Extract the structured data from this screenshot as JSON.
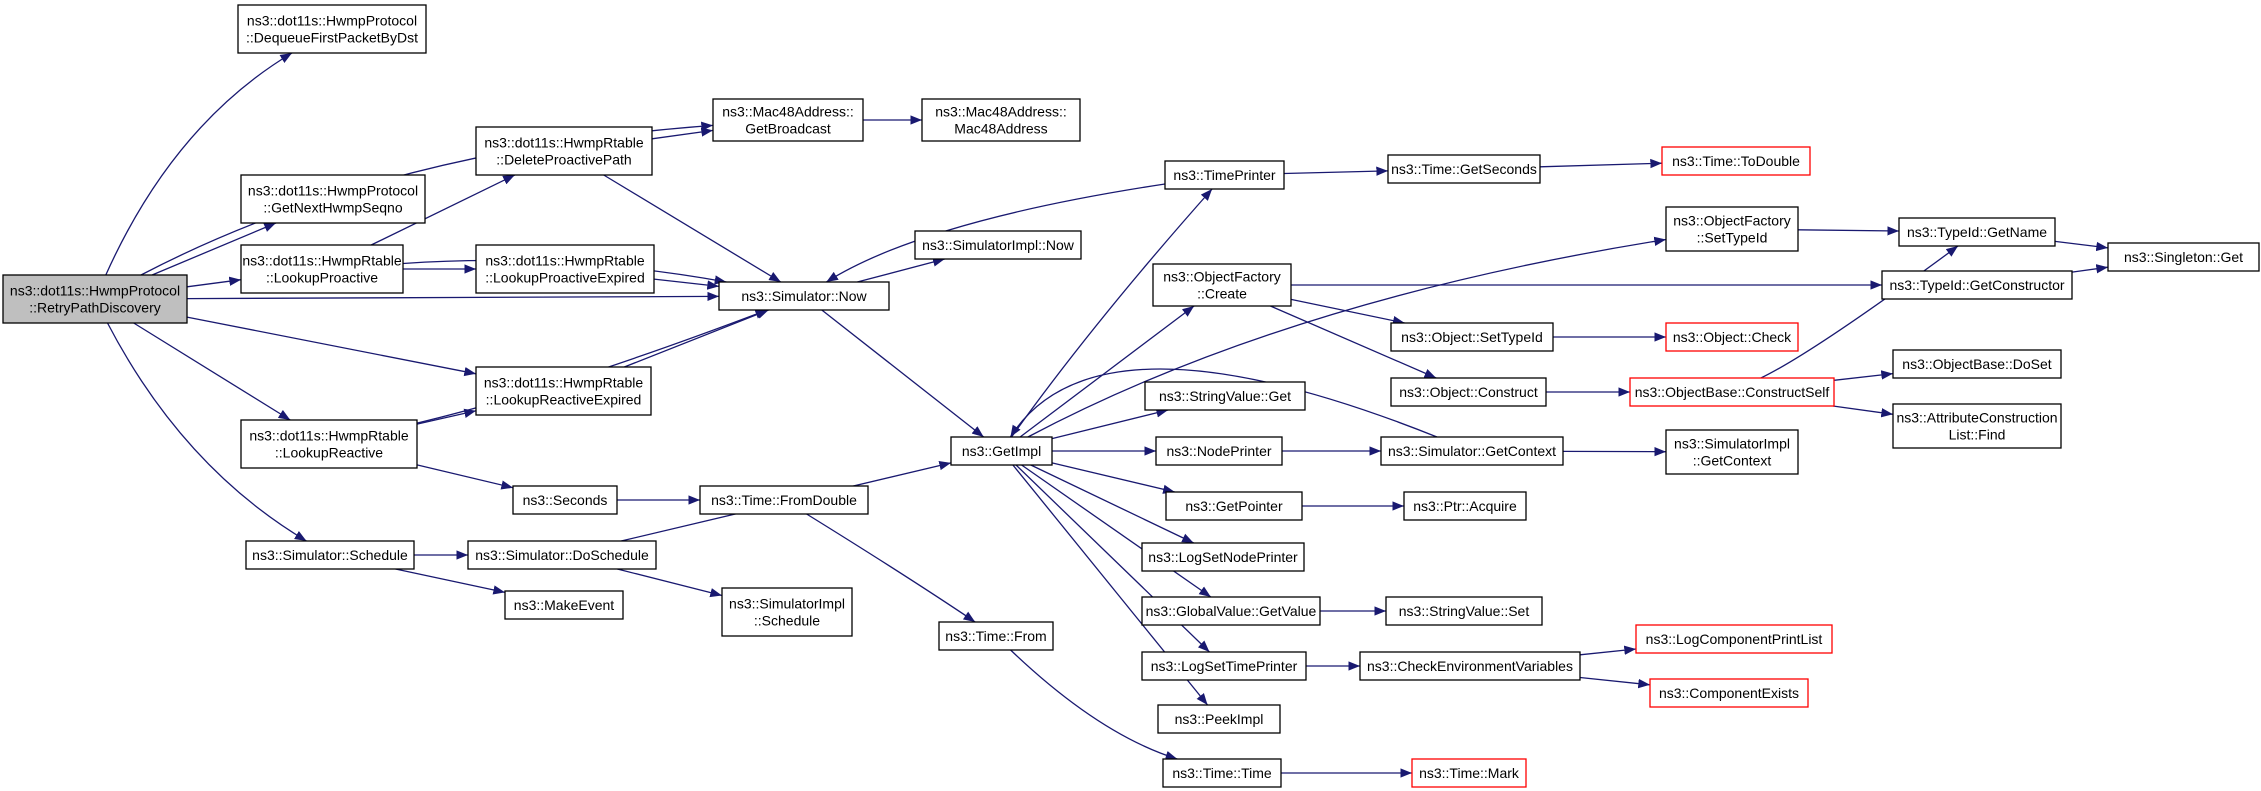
{
  "graph": {
    "edge_color": "#191970",
    "root_fill": "#bfbfbf",
    "truncated_border": "#ff0000",
    "nodes": [
      {
        "id": "root",
        "lines": [
          "ns3::dot11s::HwmpProtocol",
          "::RetryPathDiscovery"
        ],
        "style": "root"
      },
      {
        "id": "dequeue",
        "lines": [
          "ns3::dot11s::HwmpProtocol",
          "::DequeueFirstPacketByDst"
        ]
      },
      {
        "id": "getnext",
        "lines": [
          "ns3::dot11s::HwmpProtocol",
          "::GetNextHwmpSeqno"
        ]
      },
      {
        "id": "lookupproactive",
        "lines": [
          "ns3::dot11s::HwmpRtable",
          "::LookupProactive"
        ]
      },
      {
        "id": "lookupreactive",
        "lines": [
          "ns3::dot11s::HwmpRtable",
          "::LookupReactive"
        ]
      },
      {
        "id": "schedule",
        "lines": [
          "ns3::Simulator::Schedule"
        ]
      },
      {
        "id": "deleteproactive",
        "lines": [
          "ns3::dot11s::HwmpRtable",
          "::DeleteProactivePath"
        ]
      },
      {
        "id": "lookupproactiveexp",
        "lines": [
          "ns3::dot11s::HwmpRtable",
          "::LookupProactiveExpired"
        ]
      },
      {
        "id": "lookupreactiveexp",
        "lines": [
          "ns3::dot11s::HwmpRtable",
          "::LookupReactiveExpired"
        ]
      },
      {
        "id": "seconds",
        "lines": [
          "ns3::Seconds"
        ]
      },
      {
        "id": "doschedule",
        "lines": [
          "ns3::Simulator::DoSchedule"
        ]
      },
      {
        "id": "makeevent",
        "lines": [
          "ns3::MakeEvent"
        ]
      },
      {
        "id": "getbroadcast",
        "lines": [
          "ns3::Mac48Address::",
          "GetBroadcast"
        ]
      },
      {
        "id": "mac48",
        "lines": [
          "ns3::Mac48Address::",
          "Mac48Address"
        ]
      },
      {
        "id": "simnow",
        "lines": [
          "ns3::Simulator::Now"
        ]
      },
      {
        "id": "simimplnow",
        "lines": [
          "ns3::SimulatorImpl::Now"
        ]
      },
      {
        "id": "fromdouble",
        "lines": [
          "ns3::Time::FromDouble"
        ]
      },
      {
        "id": "simimplschedule",
        "lines": [
          "ns3::SimulatorImpl",
          "::Schedule"
        ]
      },
      {
        "id": "getimpl",
        "lines": [
          "ns3::GetImpl"
        ]
      },
      {
        "id": "timefrom",
        "lines": [
          "ns3::Time::From"
        ]
      },
      {
        "id": "timeprinter",
        "lines": [
          "ns3::TimePrinter"
        ]
      },
      {
        "id": "objfactorycreate",
        "lines": [
          "ns3::ObjectFactory",
          "::Create"
        ]
      },
      {
        "id": "stringvalueget",
        "lines": [
          "ns3::StringValue::Get"
        ]
      },
      {
        "id": "nodeprinter",
        "lines": [
          "ns3::NodePrinter"
        ]
      },
      {
        "id": "getpointer",
        "lines": [
          "ns3::GetPointer"
        ]
      },
      {
        "id": "logsetnodeprinter",
        "lines": [
          "ns3::LogSetNodePrinter"
        ]
      },
      {
        "id": "globalvalue",
        "lines": [
          "ns3::GlobalValue::GetValue"
        ]
      },
      {
        "id": "logsettimeprinter",
        "lines": [
          "ns3::LogSetTimePrinter"
        ]
      },
      {
        "id": "peekimpl",
        "lines": [
          "ns3::PeekImpl"
        ]
      },
      {
        "id": "timetime",
        "lines": [
          "ns3::Time::Time"
        ]
      },
      {
        "id": "getseconds",
        "lines": [
          "ns3::Time::GetSeconds"
        ]
      },
      {
        "id": "objsettypeid",
        "lines": [
          "ns3::Object::SetTypeId"
        ]
      },
      {
        "id": "objconstruct",
        "lines": [
          "ns3::Object::Construct"
        ]
      },
      {
        "id": "getcontext",
        "lines": [
          "ns3::Simulator::GetContext"
        ]
      },
      {
        "id": "ptracquire",
        "lines": [
          "ns3::Ptr::Acquire"
        ]
      },
      {
        "id": "stringvalueset",
        "lines": [
          "ns3::StringValue::Set"
        ]
      },
      {
        "id": "checkenv",
        "lines": [
          "ns3::CheckEnvironmentVariables"
        ]
      },
      {
        "id": "timemark",
        "lines": [
          "ns3::Time::Mark"
        ],
        "style": "trunc"
      },
      {
        "id": "todouble",
        "lines": [
          "ns3::Time::ToDouble"
        ],
        "style": "trunc"
      },
      {
        "id": "ofsettypeid",
        "lines": [
          "ns3::ObjectFactory",
          "::SetTypeId"
        ]
      },
      {
        "id": "objcheck",
        "lines": [
          "ns3::Object::Check"
        ],
        "style": "trunc"
      },
      {
        "id": "constructself",
        "lines": [
          "ns3::ObjectBase::ConstructSelf"
        ],
        "style": "trunc"
      },
      {
        "id": "simimplgetcontext",
        "lines": [
          "ns3::SimulatorImpl",
          "::GetContext"
        ]
      },
      {
        "id": "logcompprintlist",
        "lines": [
          "ns3::LogComponentPrintList"
        ],
        "style": "trunc"
      },
      {
        "id": "compexists",
        "lines": [
          "ns3::ComponentExists"
        ],
        "style": "trunc"
      },
      {
        "id": "typeidgetname",
        "lines": [
          "ns3::TypeId::GetName"
        ]
      },
      {
        "id": "typeidgetconstructor",
        "lines": [
          "ns3::TypeId::GetConstructor"
        ]
      },
      {
        "id": "objbasedoset",
        "lines": [
          "ns3::ObjectBase::DoSet"
        ]
      },
      {
        "id": "attrconstlist",
        "lines": [
          "ns3::AttributeConstruction",
          "List::Find"
        ]
      },
      {
        "id": "singletonget",
        "lines": [
          "ns3::Singleton::Get"
        ]
      }
    ],
    "edges": [
      [
        "root",
        "dequeue"
      ],
      [
        "root",
        "getbroadcast"
      ],
      [
        "root",
        "getnext"
      ],
      [
        "root",
        "lookupproactive"
      ],
      [
        "root",
        "simnow"
      ],
      [
        "root",
        "lookupreactiveexp"
      ],
      [
        "root",
        "lookupreactive"
      ],
      [
        "root",
        "schedule"
      ],
      [
        "lookupproactive",
        "deleteproactive"
      ],
      [
        "lookupproactive",
        "simnow"
      ],
      [
        "lookupproactive",
        "lookupproactiveexp"
      ],
      [
        "deleteproactive",
        "getbroadcast"
      ],
      [
        "deleteproactive",
        "simnow"
      ],
      [
        "lookupproactiveexp",
        "simnow"
      ],
      [
        "lookupreactive",
        "lookupreactiveexp"
      ],
      [
        "lookupreactive",
        "simnow"
      ],
      [
        "lookupreactive",
        "seconds"
      ],
      [
        "lookupreactiveexp",
        "simnow"
      ],
      [
        "schedule",
        "doschedule"
      ],
      [
        "schedule",
        "makeevent"
      ],
      [
        "doschedule",
        "getimpl"
      ],
      [
        "doschedule",
        "simimplschedule"
      ],
      [
        "seconds",
        "fromdouble"
      ],
      [
        "fromdouble",
        "timefrom"
      ],
      [
        "timefrom",
        "timetime"
      ],
      [
        "getbroadcast",
        "mac48"
      ],
      [
        "simnow",
        "simimplnow"
      ],
      [
        "simnow",
        "getimpl"
      ],
      [
        "getimpl",
        "timeprinter"
      ],
      [
        "getimpl",
        "objfactorycreate"
      ],
      [
        "getimpl",
        "stringvalueget"
      ],
      [
        "getimpl",
        "nodeprinter"
      ],
      [
        "getimpl",
        "getpointer"
      ],
      [
        "getimpl",
        "logsetnodeprinter"
      ],
      [
        "getimpl",
        "globalvalue"
      ],
      [
        "getimpl",
        "logsettimeprinter"
      ],
      [
        "getimpl",
        "peekimpl"
      ],
      [
        "timeprinter",
        "simnow"
      ],
      [
        "timeprinter",
        "getseconds"
      ],
      [
        "getseconds",
        "todouble"
      ],
      [
        "objfactorycreate",
        "objsettypeid"
      ],
      [
        "objfactorycreate",
        "objconstruct"
      ],
      [
        "objfactorycreate",
        "typeidgetconstructor"
      ],
      [
        "nodeprinter",
        "getcontext"
      ],
      [
        "getpointer",
        "ptracquire"
      ],
      [
        "globalvalue",
        "stringvalueset"
      ],
      [
        "logsettimeprinter",
        "checkenv"
      ],
      [
        "timetime",
        "timemark"
      ],
      [
        "getcontext",
        "getimpl"
      ],
      [
        "getcontext",
        "simimplgetcontext"
      ],
      [
        "objsettypeid",
        "objcheck"
      ],
      [
        "objconstruct",
        "constructself"
      ],
      [
        "checkenv",
        "logcompprintlist"
      ],
      [
        "checkenv",
        "compexists"
      ],
      [
        "ofsettypeid",
        "typeidgetname"
      ],
      [
        "constructself",
        "typeidgetname"
      ],
      [
        "constructself",
        "objbasedoset"
      ],
      [
        "constructself",
        "attrconstlist"
      ],
      [
        "typeidgetname",
        "singletonget"
      ],
      [
        "typeidgetconstructor",
        "singletonget"
      ],
      [
        "getimpl",
        "ofsettypeid"
      ]
    ]
  }
}
